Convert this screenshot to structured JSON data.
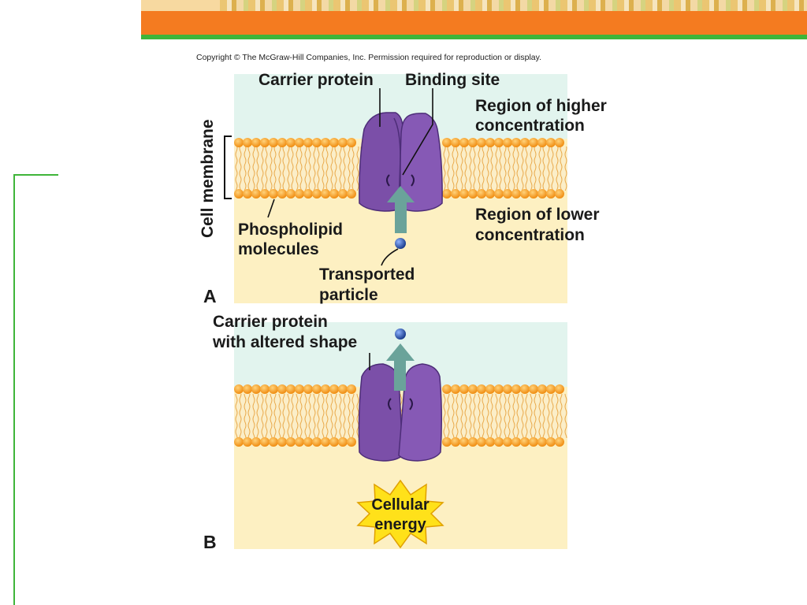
{
  "copyright": "Copyright © The McGraw-Hill Companies, Inc. Permission required for reproduction or display.",
  "labels": {
    "carrier_protein": "Carrier protein",
    "binding_site": "Binding site",
    "region_higher_1": "Region of higher",
    "region_higher_2": "concentration",
    "region_lower_1": "Region of lower",
    "region_lower_2": "concentration",
    "cell_membrane": "Cell membrane",
    "phospholipid_1": "Phospholipid",
    "phospholipid_2": "molecules",
    "transported_1": "Transported",
    "transported_2": "particle",
    "panel_a": "A",
    "altered_1": "Carrier protein",
    "altered_2": "with altered shape",
    "energy_1": "Cellular",
    "energy_2": "energy",
    "panel_b": "B"
  },
  "colors": {
    "upper_region": "#e2f4ee",
    "lower_region": "#fdf0c2",
    "phospholipid_head": "#f5a623",
    "protein": "#7b4fa8",
    "arrow": "#6aa39a",
    "particle": "#2f5fb3",
    "energy_star": "#ffe11a",
    "banner_orange": "#f47b20",
    "banner_green": "#3fb53a"
  }
}
